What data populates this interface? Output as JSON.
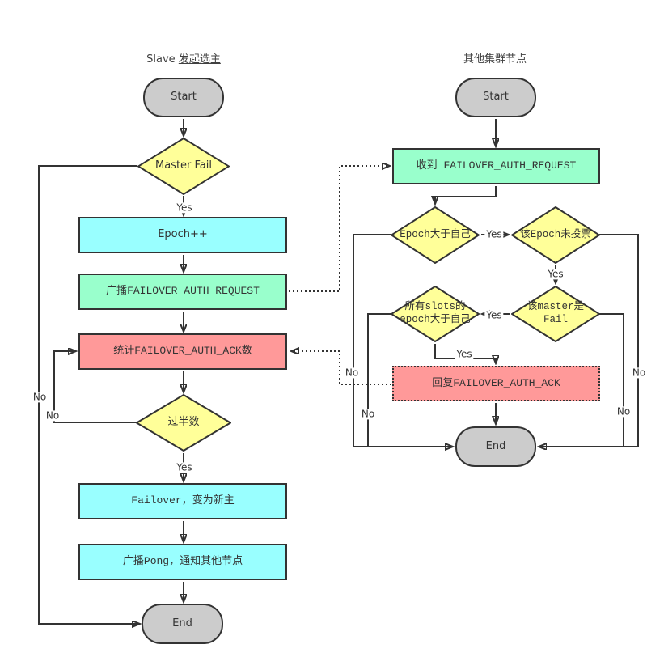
{
  "colors": {
    "node_border": "#333333",
    "line": "#333333",
    "terminal_fill": "#cccccc",
    "decision_fill": "#ffff99",
    "process_cyan": "#99ffff",
    "process_green": "#99ffcc",
    "process_red": "#ff9999",
    "background": "#ffffff"
  },
  "lanes": {
    "left_title_prefix": "Slave ",
    "left_title_underlined": "发起选主",
    "right_title": "其他集群节点"
  },
  "left": {
    "start": "Start",
    "master_fail": "Master Fail",
    "epoch_inc": "Epoch++",
    "broadcast_request": "广播FAILOVER_AUTH_REQUEST",
    "count_ack": "统计FAILOVER_AUTH_ACK数",
    "majority": "过半数",
    "failover": "Failover，变为新主",
    "broadcast_pong": "广播Pong，通知其他节点",
    "end": "End"
  },
  "right": {
    "start": "Start",
    "receive_request": "收到 FAILOVER_AUTH_REQUEST",
    "epoch_greater": "Epoch大于自己",
    "epoch_not_voted": "该Epoch未投票",
    "slots_epoch_greater": "所有slots的\nepoch大于自己",
    "master_is_fail": "该master是\nFail",
    "reply_ack": "回复FAILOVER_AUTH_ACK",
    "end": "End"
  },
  "edge_labels": {
    "yes": "Yes",
    "no": "No"
  }
}
